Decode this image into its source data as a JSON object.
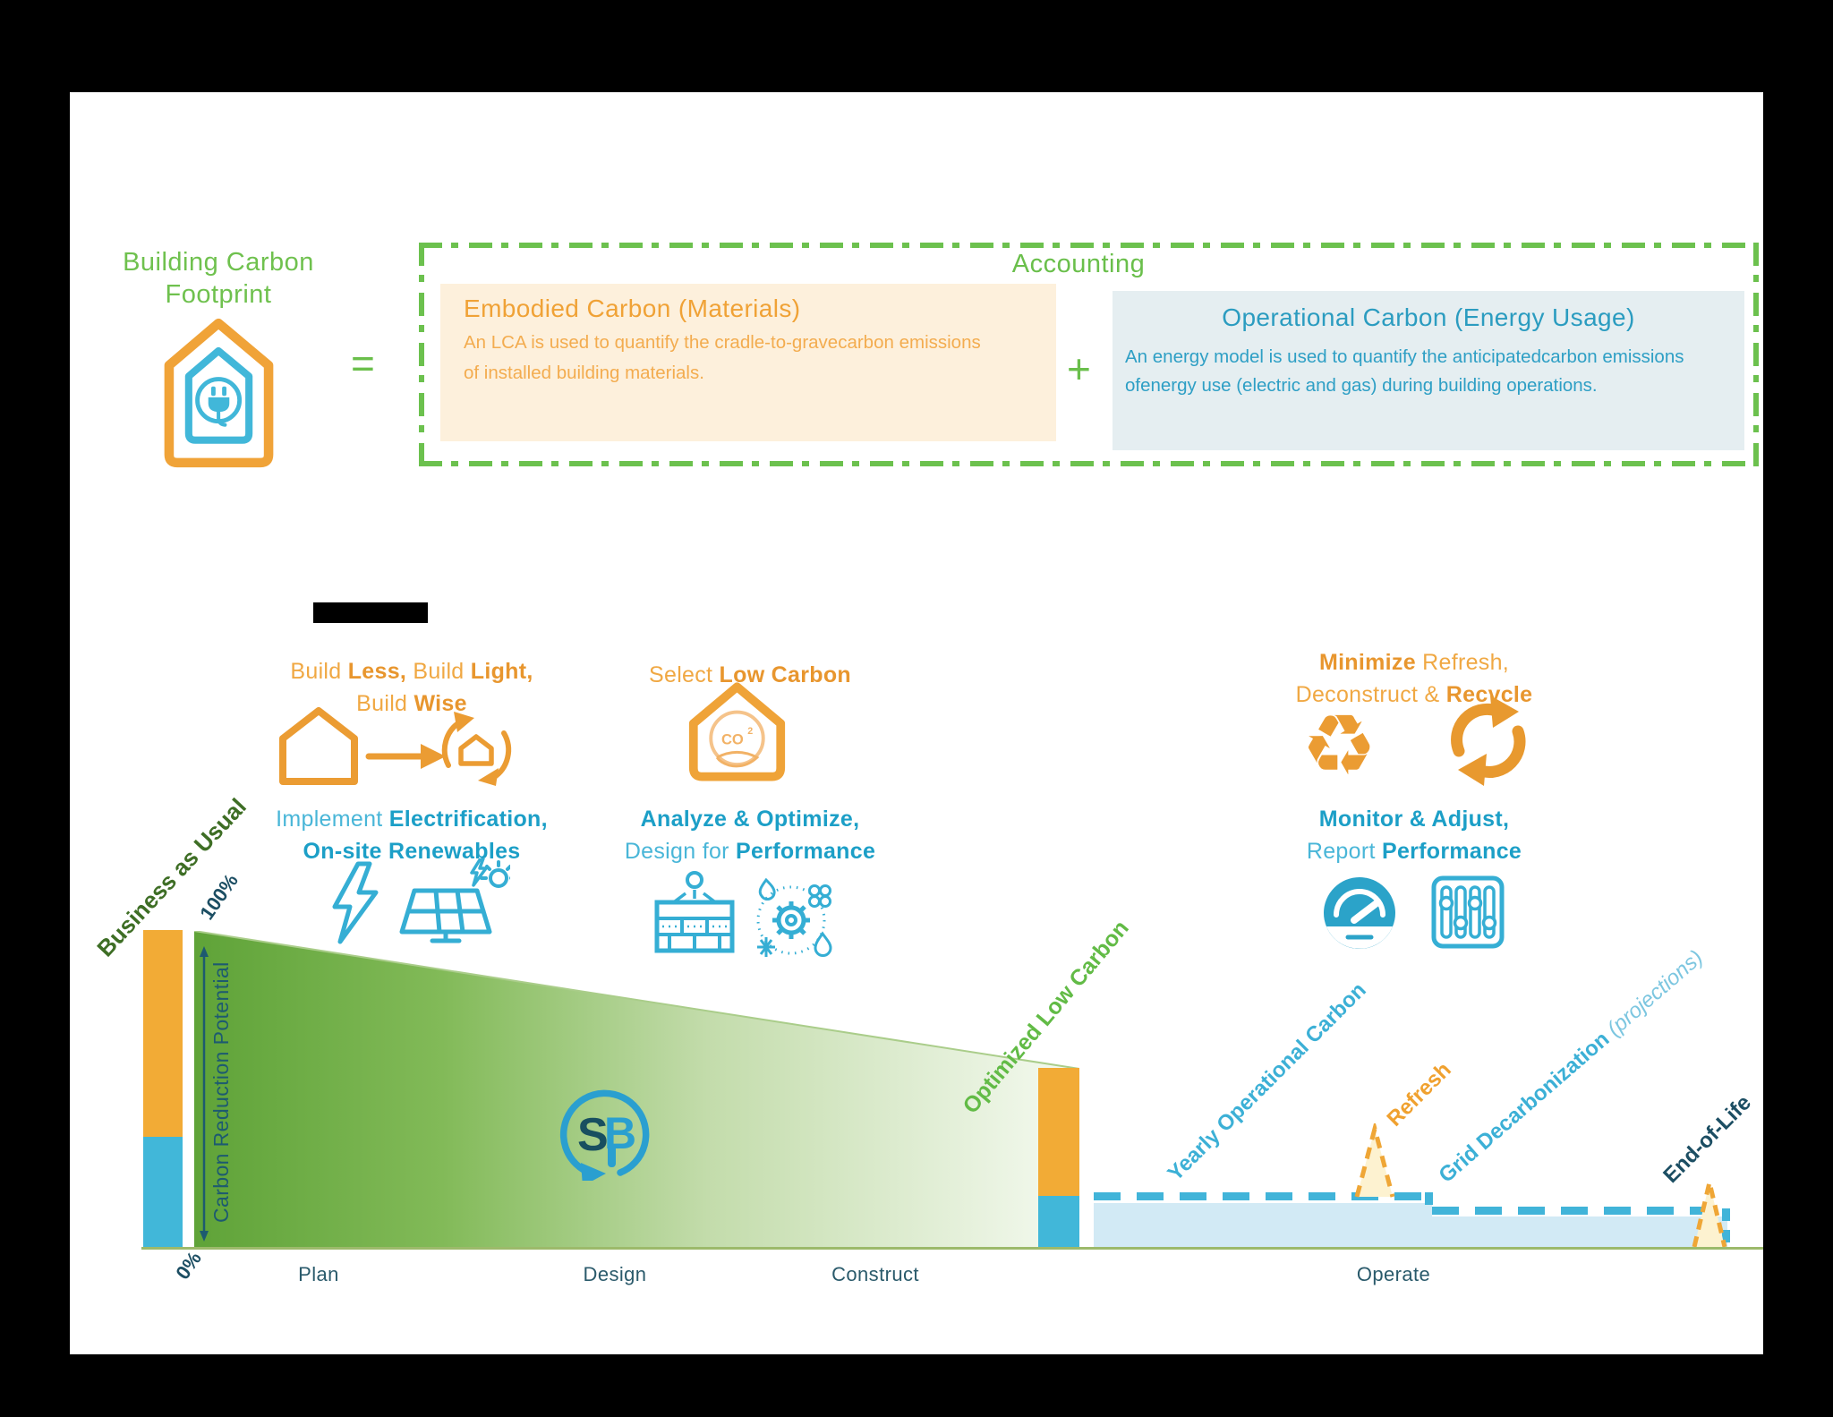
{
  "colors": {
    "green_accent": "#6abf4b",
    "dark_green": "#3e6e25",
    "orange_accent": "#f0a236",
    "orange_bar": "#f2ab36",
    "blue_accent": "#2b9cc0",
    "blue_bar": "#41b7d9",
    "dark_teal": "#1d5a70",
    "panel_orange_bg": "#fdf0dc",
    "panel_blue_bg": "#e5eef1",
    "operational_band": "#d2eaf5"
  },
  "header": {
    "title_line1": "Building Carbon",
    "title_line2": "Footprint",
    "equals": "=",
    "plus": "+",
    "accounting_title": "Accounting",
    "embodied": {
      "heading": "Embodied Carbon (Materials)",
      "body_line1": "An LCA is used to quantify the cradle-to-gravecarbon emissions",
      "body_line2": "of installed building materials."
    },
    "operational": {
      "heading": "Operational Carbon (Energy Usage)",
      "body_line1": "An energy model is used to quantify the anticipatedcarbon emissions",
      "body_line2": "ofenergy use (electric and gas) during building operations."
    }
  },
  "strategies": {
    "build": {
      "line1": [
        {
          "t": "Build "
        },
        {
          "t": "Less,",
          "b": true
        },
        {
          "t": " Build "
        },
        {
          "t": "Light,",
          "b": true
        }
      ],
      "line2": [
        {
          "t": "Build "
        },
        {
          "t": "Wise",
          "b": true
        }
      ]
    },
    "select": {
      "line1": [
        {
          "t": "Select "
        },
        {
          "t": "Low Carbon",
          "b": true
        }
      ]
    },
    "minimize": {
      "line1": [
        {
          "t": "Minimize",
          "b": true
        },
        {
          "t": " Refresh,"
        }
      ],
      "line2": [
        {
          "t": "Deconstruct & "
        },
        {
          "t": "Recycle",
          "b": true
        }
      ]
    },
    "electrify": {
      "line1": [
        {
          "t": "Implement "
        },
        {
          "t": "Electrification,",
          "b": true
        }
      ],
      "line2": [
        {
          "t": "On-site Renewables",
          "b": true
        }
      ]
    },
    "analyze": {
      "line1": [
        {
          "t": "Analyze & Optimize,",
          "b": true
        }
      ],
      "line2": [
        {
          "t": "Design for "
        },
        {
          "t": "Performance",
          "b": true
        }
      ]
    },
    "monitor": {
      "line1": [
        {
          "t": "Monitor & Adjust,",
          "b": true
        }
      ],
      "line2": [
        {
          "t": "Report "
        },
        {
          "t": "Performance",
          "b": true
        }
      ]
    }
  },
  "chart": {
    "type": "conceptual lifecycle carbon diagram",
    "bau_label": "Business as Usual",
    "axis_max": "100%",
    "axis_min": "0%",
    "axis_label": "Carbon Reduction Potential",
    "optimized_label": "Optimized Low Carbon",
    "yearly_operational_label": "Yearly Operational Carbon",
    "refresh_label": "Refresh",
    "grid_decarb_label": "Grid Decarbonization ",
    "grid_decarb_note": "(projections)",
    "end_of_life_label": "End-of-Life",
    "phases": [
      "Plan",
      "Design",
      "Construct",
      "Operate"
    ],
    "bau_bar": {
      "embodied_share": 0.65,
      "operational_share": 0.35
    },
    "optimized_bar": {
      "embodied_share": 0.71,
      "operational_share": 0.29
    }
  },
  "icons": {
    "recycle_glyph": "♻",
    "co2_text": "CO",
    "co2_sup": "2",
    "logo_s": "S",
    "logo_b": "B"
  }
}
